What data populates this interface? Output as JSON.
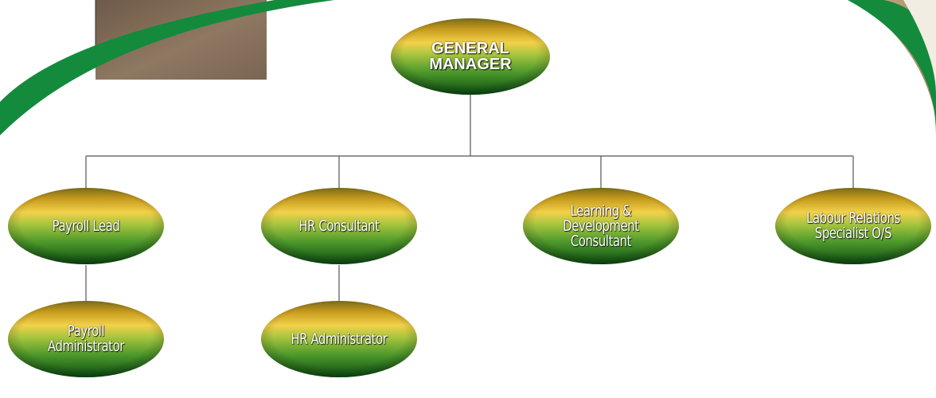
{
  "org_chart": {
    "general_manager": "GENERAL\nMANAGER",
    "payroll_lead": "Payroll Lead",
    "payroll_administrator": "Payroll\nAdministrator",
    "hr_consultant": "HR Consultant",
    "hr_administrator": "HR Administrator",
    "learning_development_consultant": "Learning &\nDevelopment\nConsultant",
    "labour_relations_specialist": "Labour Relations\nSpecialist O/S"
  },
  "colors": {
    "swoosh_green": "#138a3c",
    "photo_brown": "#8a715a",
    "connector_line": "#555555",
    "ellipse_top": "#f0c23a",
    "ellipse_mid": "#86b438",
    "ellipse_bottom": "#0d5a14",
    "label_text": "#ffffff"
  }
}
